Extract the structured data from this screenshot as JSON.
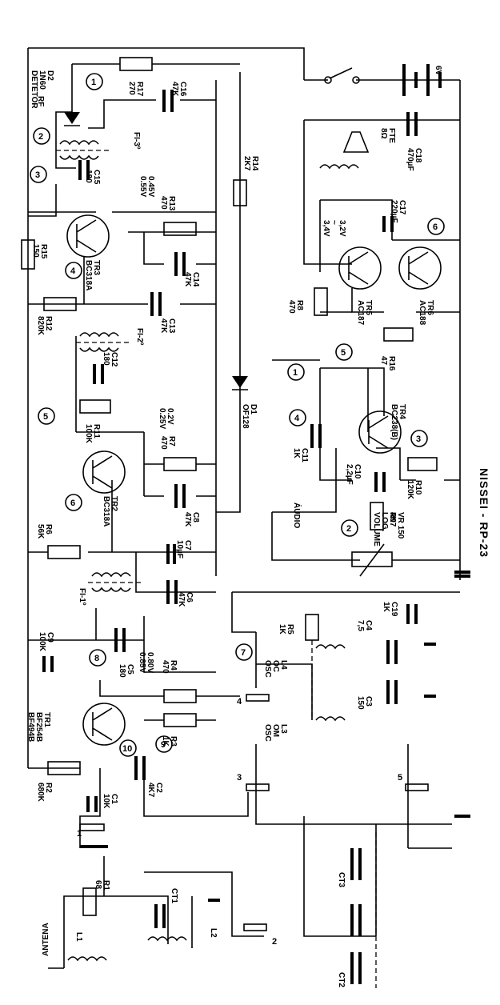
{
  "title": "NISSEI - RP-23",
  "labels": {
    "rf": "RF",
    "antena": "ANTENA",
    "audio": "ÁUDIO",
    "battery": "6V",
    "speaker": "FTE",
    "speaker_ohm": "8Ω",
    "volume": "VOLUME",
    "vr": "VR 150",
    "vr2": "4K7",
    "vr3": "LOG."
  },
  "components": {
    "d2": [
      "D2",
      "1N60",
      "DETETOR"
    ],
    "r17": [
      "R17",
      "270"
    ],
    "c16": [
      "C16",
      "47K"
    ],
    "r14": [
      "R14",
      "2K7"
    ],
    "fi3": "FI-3º",
    "c15": [
      "C15",
      "180"
    ],
    "tr3_v": [
      "0.45V",
      "0.55V"
    ],
    "r13": [
      "R13",
      "470"
    ],
    "r15": [
      "R15",
      "150"
    ],
    "tr3": [
      "TR3",
      "BC318A"
    ],
    "c14": [
      "C14",
      "47K"
    ],
    "r12": [
      "R12",
      "820K"
    ],
    "c13": [
      "C13",
      "47K"
    ],
    "fi2": "FI-2º",
    "c12": [
      "C12",
      "180"
    ],
    "r11": [
      "R11",
      "100K"
    ],
    "tr2_v": [
      "0.2V",
      "0.25V"
    ],
    "d1": [
      "D1",
      "OF128"
    ],
    "r7": [
      "R7",
      "470"
    ],
    "c8": [
      "C8",
      "47K"
    ],
    "tr2": [
      "TR2",
      "BC318A"
    ],
    "r6": [
      "R6",
      "56K"
    ],
    "c7": [
      "C7",
      "10µF"
    ],
    "c6": [
      "C6",
      "47K"
    ],
    "fi1": "FI-1º",
    "c5": [
      "C5",
      "180"
    ],
    "c9": [
      "C9",
      "100K"
    ],
    "tr1_v": [
      "0.80V",
      "0.85V"
    ],
    "r4": [
      "R4",
      "470"
    ],
    "r3": [
      "R3",
      "1K"
    ],
    "tr1": [
      "TR1",
      "BF254B",
      "BF494B"
    ],
    "r2": [
      "R2",
      "680K"
    ],
    "c1": [
      "C1",
      "10K"
    ],
    "c2": [
      "C2",
      "4K7"
    ],
    "r1": [
      "R1",
      "68"
    ],
    "ct1": "CT1",
    "l1": "L1",
    "l2": "L2",
    "ct2": "CT2",
    "ct3": "CT3",
    "l3": [
      "L3",
      "OM",
      "OSC"
    ],
    "l4": [
      "L4",
      "OC",
      "OSC"
    ],
    "r5": [
      "R5",
      "1K"
    ],
    "c4": [
      "C4",
      "7,5"
    ],
    "c3": [
      "C3",
      "150"
    ],
    "c19": [
      "C19",
      "1K"
    ],
    "c18": [
      "C18",
      "470µF"
    ],
    "c17": [
      "C17",
      "220µF"
    ],
    "tr5_v": [
      "3,2V",
      "~",
      "3,4V"
    ],
    "r8": [
      "R8",
      "470"
    ],
    "tr5": [
      "TR5",
      "AC187"
    ],
    "tr6": [
      "TR6",
      "AC188"
    ],
    "r16": [
      "R16",
      "47"
    ],
    "tr4": [
      "TR4",
      "BC238(B)"
    ],
    "c11": [
      "C11",
      "1K"
    ],
    "c10": [
      "C10",
      "2,2µF"
    ],
    "r9": [
      "R9"
    ],
    "r10": [
      "R10",
      "120K"
    ]
  },
  "markers": [
    "1",
    "2",
    "3",
    "4",
    "5",
    "6",
    "7",
    "8",
    "9",
    "10"
  ],
  "switch_numbers": [
    "1",
    "2",
    "3",
    "4",
    "5"
  ]
}
